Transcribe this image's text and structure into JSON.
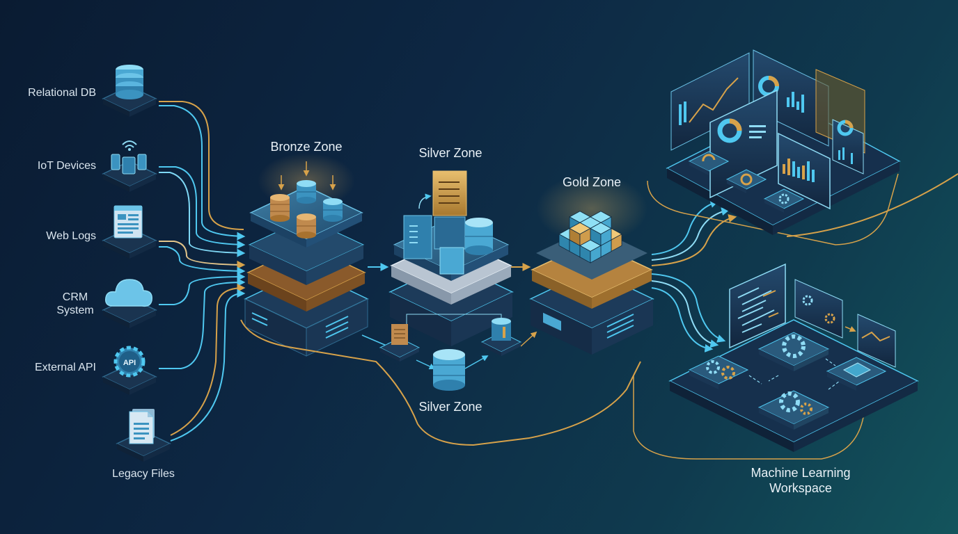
{
  "sources": [
    {
      "label": "Relational DB"
    },
    {
      "label": "IoT Devices"
    },
    {
      "label": "Web Logs"
    },
    {
      "label": "CRM System"
    },
    {
      "label": "External API",
      "badge": "API"
    },
    {
      "label": "Legacy Files"
    }
  ],
  "zones": {
    "bronze": "Bronze Zone",
    "silver_top": "Silver Zone",
    "silver_bottom": "Silver Zone",
    "gold": "Gold Zone"
  },
  "ml_workspace": {
    "line1": "Machine Learning",
    "line2": "Workspace"
  },
  "colors": {
    "cyan": "#4fc8f0",
    "gold": "#d7a24a",
    "bronze": "#b77a3f",
    "silver": "#c9d3df",
    "platform": "#1d3652",
    "tile": "#2a5a7c"
  },
  "icons": [
    "database-icon",
    "iot-devices-icon",
    "web-logs-icon",
    "cloud-icon",
    "api-gear-icon",
    "document-icon",
    "gear-icon",
    "dashboard-icon",
    "code-icon"
  ]
}
